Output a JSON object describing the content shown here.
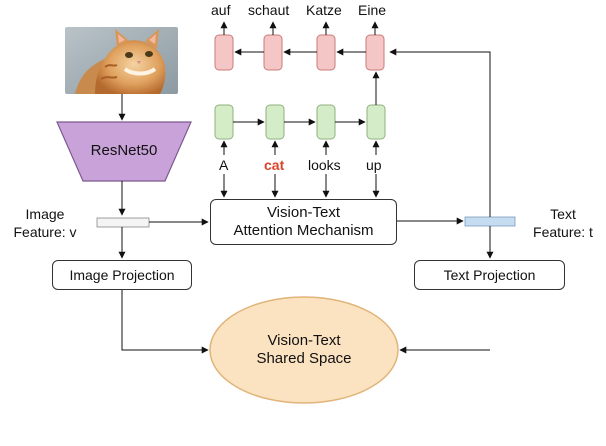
{
  "decoder_words": [
    "auf",
    "schaut",
    "Katze",
    "Eine"
  ],
  "encoder_words": [
    "A",
    "cat",
    "looks",
    "up"
  ],
  "resnet_label": "ResNet50",
  "image_feature": {
    "line1": "Image",
    "line2": "Feature: v"
  },
  "text_feature": {
    "line1": "Text",
    "line2": "Feature: t"
  },
  "attention": {
    "line1": "Vision-Text",
    "line2": "Attention Mechanism"
  },
  "image_projection": "Image Projection",
  "text_projection": "Text Projection",
  "shared_space": {
    "line1": "Vision-Text",
    "line2": "Shared Space"
  },
  "colors": {
    "decoder_fill": "#f5c6c6",
    "decoder_border": "#c97b7b",
    "encoder_fill": "#d4ecc8",
    "encoder_border": "#8fb27e",
    "resnet_fill": "#c8a2d8",
    "resnet_border": "#7d5a91",
    "text_feature_fill": "#c6dcf0",
    "shared_fill": "#fbe3c1",
    "shared_border": "#e1b47a",
    "highlight": "#d9442b"
  },
  "image_icon": "cat-photo"
}
